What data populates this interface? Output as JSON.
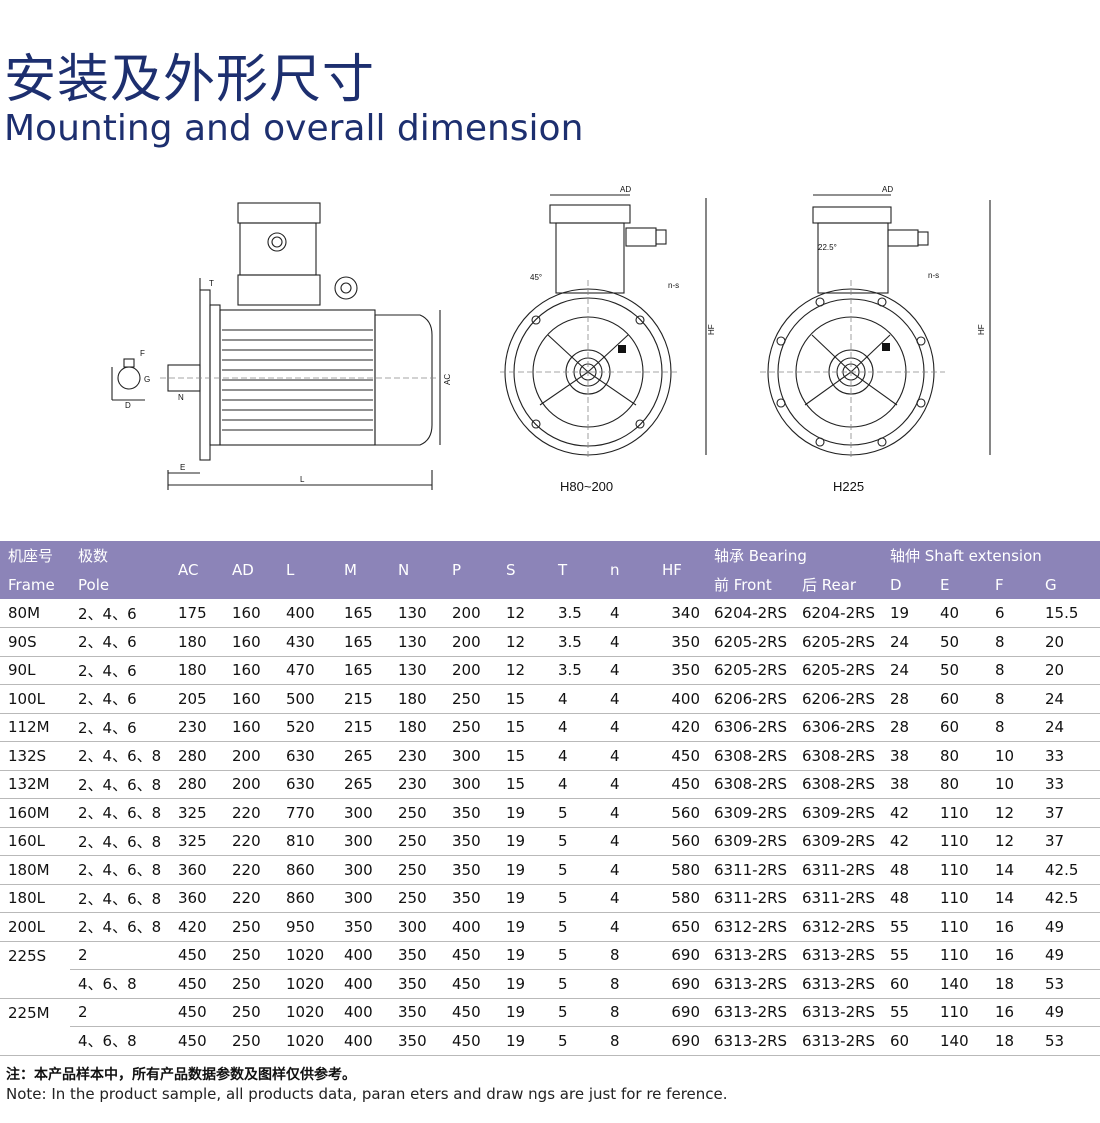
{
  "heading": {
    "title_cn": "安装及外形尺寸",
    "title_en": "Mounting and overall dimension"
  },
  "drawings": {
    "captions": {
      "small_frames": "H80~200",
      "large_frame": "H225"
    },
    "side_view_labels": {
      "T": "T",
      "F": "F",
      "G": "G",
      "D": "D",
      "N": "N",
      "E": "E",
      "L": "L",
      "AC": "AC"
    },
    "front_view_labels": {
      "AD": "AD",
      "HF": "HF",
      "ns": "n-s",
      "angle_small": "45°",
      "angle_large": "22.5°"
    }
  },
  "table": {
    "header_top": [
      "机座号",
      "极数",
      "AC",
      "AD",
      "L",
      "M",
      "N",
      "P",
      "S",
      "T",
      "n",
      "HF",
      "轴承 Bearing",
      "轴伸 Shaft extension"
    ],
    "header_bottom": [
      "Frame",
      "Pole",
      "前 Front",
      "后 Rear",
      "D",
      "E",
      "F",
      "G"
    ],
    "rows": [
      {
        "frame": "80M",
        "pole": "2、4、6",
        "AC": "175",
        "AD": "160",
        "L": "400",
        "M": "165",
        "N": "130",
        "P": "200",
        "S": "12",
        "T": "3.5",
        "n": "4",
        "HF": "340",
        "front": "6204-2RS",
        "rear": "6204-2RS",
        "D": "19",
        "E": "40",
        "F": "6",
        "G": "15.5"
      },
      {
        "frame": "90S",
        "pole": "2、4、6",
        "AC": "180",
        "AD": "160",
        "L": "430",
        "M": "165",
        "N": "130",
        "P": "200",
        "S": "12",
        "T": "3.5",
        "n": "4",
        "HF": "350",
        "front": "6205-2RS",
        "rear": "6205-2RS",
        "D": "24",
        "E": "50",
        "F": "8",
        "G": "20"
      },
      {
        "frame": "90L",
        "pole": "2、4、6",
        "AC": "180",
        "AD": "160",
        "L": "470",
        "M": "165",
        "N": "130",
        "P": "200",
        "S": "12",
        "T": "3.5",
        "n": "4",
        "HF": "350",
        "front": "6205-2RS",
        "rear": "6205-2RS",
        "D": "24",
        "E": "50",
        "F": "8",
        "G": "20"
      },
      {
        "frame": "100L",
        "pole": "2、4、6",
        "AC": "205",
        "AD": "160",
        "L": "500",
        "M": "215",
        "N": "180",
        "P": "250",
        "S": "15",
        "T": "4",
        "n": "4",
        "HF": "400",
        "front": "6206-2RS",
        "rear": "6206-2RS",
        "D": "28",
        "E": "60",
        "F": "8",
        "G": "24"
      },
      {
        "frame": "112M",
        "pole": "2、4、6",
        "AC": "230",
        "AD": "160",
        "L": "520",
        "M": "215",
        "N": "180",
        "P": "250",
        "S": "15",
        "T": "4",
        "n": "4",
        "HF": "420",
        "front": "6306-2RS",
        "rear": "6306-2RS",
        "D": "28",
        "E": "60",
        "F": "8",
        "G": "24"
      },
      {
        "frame": "132S",
        "pole": "2、4、6、8",
        "AC": "280",
        "AD": "200",
        "L": "630",
        "M": "265",
        "N": "230",
        "P": "300",
        "S": "15",
        "T": "4",
        "n": "4",
        "HF": "450",
        "front": "6308-2RS",
        "rear": "6308-2RS",
        "D": "38",
        "E": "80",
        "F": "10",
        "G": "33"
      },
      {
        "frame": "132M",
        "pole": "2、4、6、8",
        "AC": "280",
        "AD": "200",
        "L": "630",
        "M": "265",
        "N": "230",
        "P": "300",
        "S": "15",
        "T": "4",
        "n": "4",
        "HF": "450",
        "front": "6308-2RS",
        "rear": "6308-2RS",
        "D": "38",
        "E": "80",
        "F": "10",
        "G": "33"
      },
      {
        "frame": "160M",
        "pole": "2、4、6、8",
        "AC": "325",
        "AD": "220",
        "L": "770",
        "M": "300",
        "N": "250",
        "P": "350",
        "S": "19",
        "T": "5",
        "n": "4",
        "HF": "560",
        "front": "6309-2RS",
        "rear": "6309-2RS",
        "D": "42",
        "E": "110",
        "F": "12",
        "G": "37"
      },
      {
        "frame": "160L",
        "pole": "2、4、6、8",
        "AC": "325",
        "AD": "220",
        "L": "810",
        "M": "300",
        "N": "250",
        "P": "350",
        "S": "19",
        "T": "5",
        "n": "4",
        "HF": "560",
        "front": "6309-2RS",
        "rear": "6309-2RS",
        "D": "42",
        "E": "110",
        "F": "12",
        "G": "37"
      },
      {
        "frame": "180M",
        "pole": "2、4、6、8",
        "AC": "360",
        "AD": "220",
        "L": "860",
        "M": "300",
        "N": "250",
        "P": "350",
        "S": "19",
        "T": "5",
        "n": "4",
        "HF": "580",
        "front": "6311-2RS",
        "rear": "6311-2RS",
        "D": "48",
        "E": "110",
        "F": "14",
        "G": "42.5"
      },
      {
        "frame": "180L",
        "pole": "2、4、6、8",
        "AC": "360",
        "AD": "220",
        "L": "860",
        "M": "300",
        "N": "250",
        "P": "350",
        "S": "19",
        "T": "5",
        "n": "4",
        "HF": "580",
        "front": "6311-2RS",
        "rear": "6311-2RS",
        "D": "48",
        "E": "110",
        "F": "14",
        "G": "42.5"
      },
      {
        "frame": "200L",
        "pole": "2、4、6、8",
        "AC": "420",
        "AD": "250",
        "L": "950",
        "M": "350",
        "N": "300",
        "P": "400",
        "S": "19",
        "T": "5",
        "n": "4",
        "HF": "650",
        "front": "6312-2RS",
        "rear": "6312-2RS",
        "D": "55",
        "E": "110",
        "F": "16",
        "G": "49"
      },
      {
        "frame": "225S",
        "pole": "2",
        "AC": "450",
        "AD": "250",
        "L": "1020",
        "M": "400",
        "N": "350",
        "P": "450",
        "S": "19",
        "T": "5",
        "n": "8",
        "HF": "690",
        "front": "6313-2RS",
        "rear": "6313-2RS",
        "D": "55",
        "E": "110",
        "F": "16",
        "G": "49"
      },
      {
        "frame": "",
        "pole": "4、6、8",
        "AC": "450",
        "AD": "250",
        "L": "1020",
        "M": "400",
        "N": "350",
        "P": "450",
        "S": "19",
        "T": "5",
        "n": "8",
        "HF": "690",
        "front": "6313-2RS",
        "rear": "6313-2RS",
        "D": "60",
        "E": "140",
        "F": "18",
        "G": "53"
      },
      {
        "frame": "225M",
        "pole": "2",
        "AC": "450",
        "AD": "250",
        "L": "1020",
        "M": "400",
        "N": "350",
        "P": "450",
        "S": "19",
        "T": "5",
        "n": "8",
        "HF": "690",
        "front": "6313-2RS",
        "rear": "6313-2RS",
        "D": "55",
        "E": "110",
        "F": "16",
        "G": "49"
      },
      {
        "frame": "",
        "pole": "4、6、8",
        "AC": "450",
        "AD": "250",
        "L": "1020",
        "M": "400",
        "N": "350",
        "P": "450",
        "S": "19",
        "T": "5",
        "n": "8",
        "HF": "690",
        "front": "6313-2RS",
        "rear": "6313-2RS",
        "D": "60",
        "E": "140",
        "F": "18",
        "G": "53"
      }
    ]
  },
  "notes": {
    "cn": "注：本产品样本中，所有产品数据参数及图样仅供参考。",
    "en": "Note: In the product sample, all products data, paran eters and draw  ngs are just for re ference."
  }
}
